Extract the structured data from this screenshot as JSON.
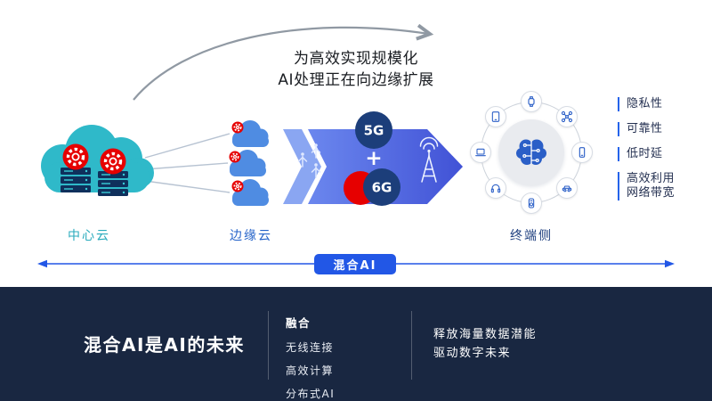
{
  "headline": {
    "line1": "为高效实现规模化",
    "line2": "AI处理正在向边缘扩展"
  },
  "labels": {
    "central_cloud": "中心云",
    "edge_cloud": "边缘云",
    "device_side": "终端侧"
  },
  "band": {
    "g5": "5G",
    "plus": "+",
    "g6": "6G"
  },
  "benefits": [
    {
      "text": "隐私性"
    },
    {
      "text": "可靠性"
    },
    {
      "text": "低时延"
    },
    {
      "text": "高效利用\n网络带宽"
    }
  ],
  "hybrid_badge": "混合AI",
  "device_icons": [
    "smartwatch-icon",
    "drone-icon",
    "smartphone-icon",
    "car-icon",
    "smart-speaker-icon",
    "headphones-icon",
    "laptop-icon",
    "tablet-icon"
  ],
  "footer": {
    "title": "混合AI是AI的未来",
    "fusion_header": "融合",
    "fusion_items": [
      "无线连接",
      "高效计算",
      "分布式AI"
    ],
    "tagline_line1": "释放海量数据潜能",
    "tagline_line2": "驱动数字未来"
  },
  "colors": {
    "central_cloud_teal": "#2fb9c9",
    "edge_cloud_blue": "#4f8ce2",
    "band_blue": "#4c63e0",
    "badge_navy": "#1c3e7a",
    "gear_red": "#e60000",
    "accent_blue": "#2257e6",
    "footer_bg": "#192741"
  }
}
